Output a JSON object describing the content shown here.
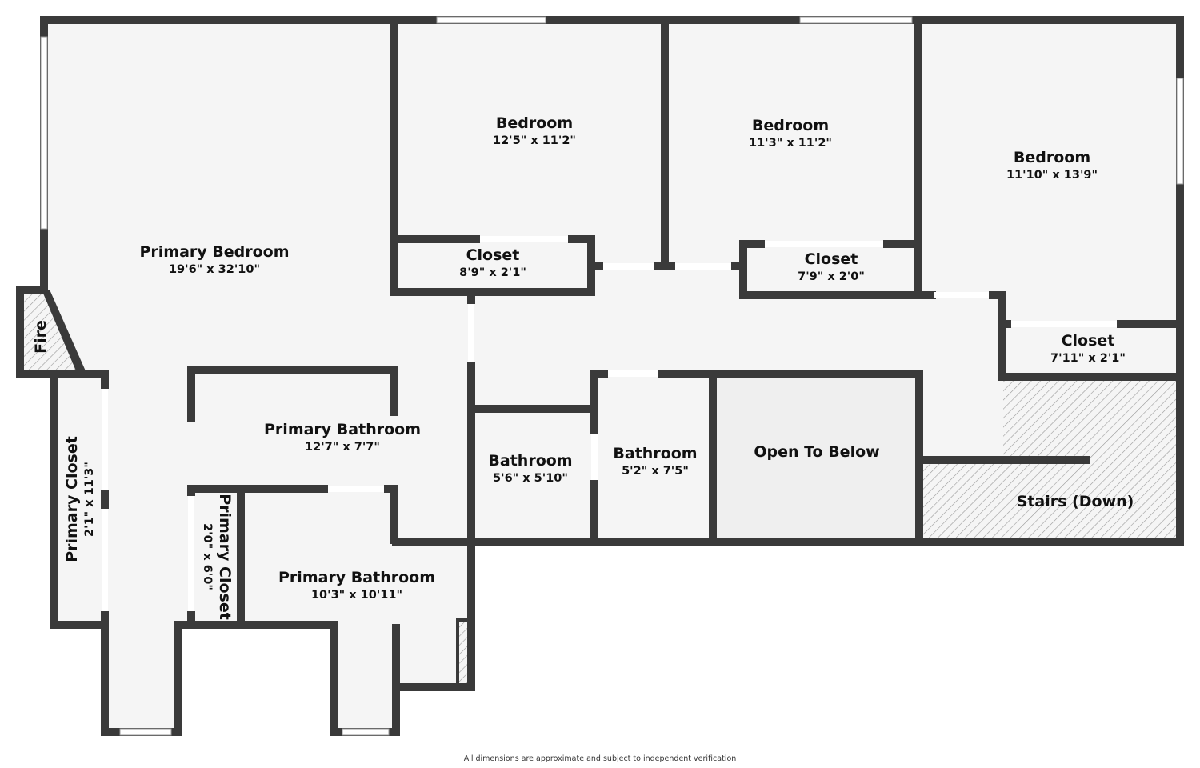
{
  "colors": {
    "wall": "#3a3a3a",
    "floor": "#f5f5f5",
    "open_to_below": "#efefef",
    "hatch": "#9a9a9a"
  },
  "rooms": [
    {
      "name": "Primary Bedroom",
      "dims": "19'6\" x 32'10\""
    },
    {
      "name": "Bedroom",
      "dims": "12'5\" x 11'2\""
    },
    {
      "name": "Bedroom",
      "dims": "11'3\" x 11'2\""
    },
    {
      "name": "Bedroom",
      "dims": "11'10\" x 13'9\""
    },
    {
      "name": "Closet",
      "dims": "8'9\" x 2'1\""
    },
    {
      "name": "Closet",
      "dims": "7'9\" x 2'0\""
    },
    {
      "name": "Closet",
      "dims": "7'11\" x 2'1\""
    },
    {
      "name": "Fire",
      "dims": ""
    },
    {
      "name": "Primary Closet",
      "dims": "2'1\" x 11'3\""
    },
    {
      "name": "Primary Bathroom",
      "dims": "12'7\" x 7'7\""
    },
    {
      "name": "Primary Closet",
      "dims": "2'0\" x 6'0\""
    },
    {
      "name": "Primary Bathroom",
      "dims": "10'3\" x 10'11\""
    },
    {
      "name": "Bathroom",
      "dims": "5'6\" x 5'10\""
    },
    {
      "name": "Bathroom",
      "dims": "5'2\" x 7'5\""
    },
    {
      "name": "Open To Below",
      "dims": ""
    },
    {
      "name": "Stairs (Down)",
      "dims": ""
    }
  ],
  "footer": "All dimensions are approximate and subject to independent verification"
}
